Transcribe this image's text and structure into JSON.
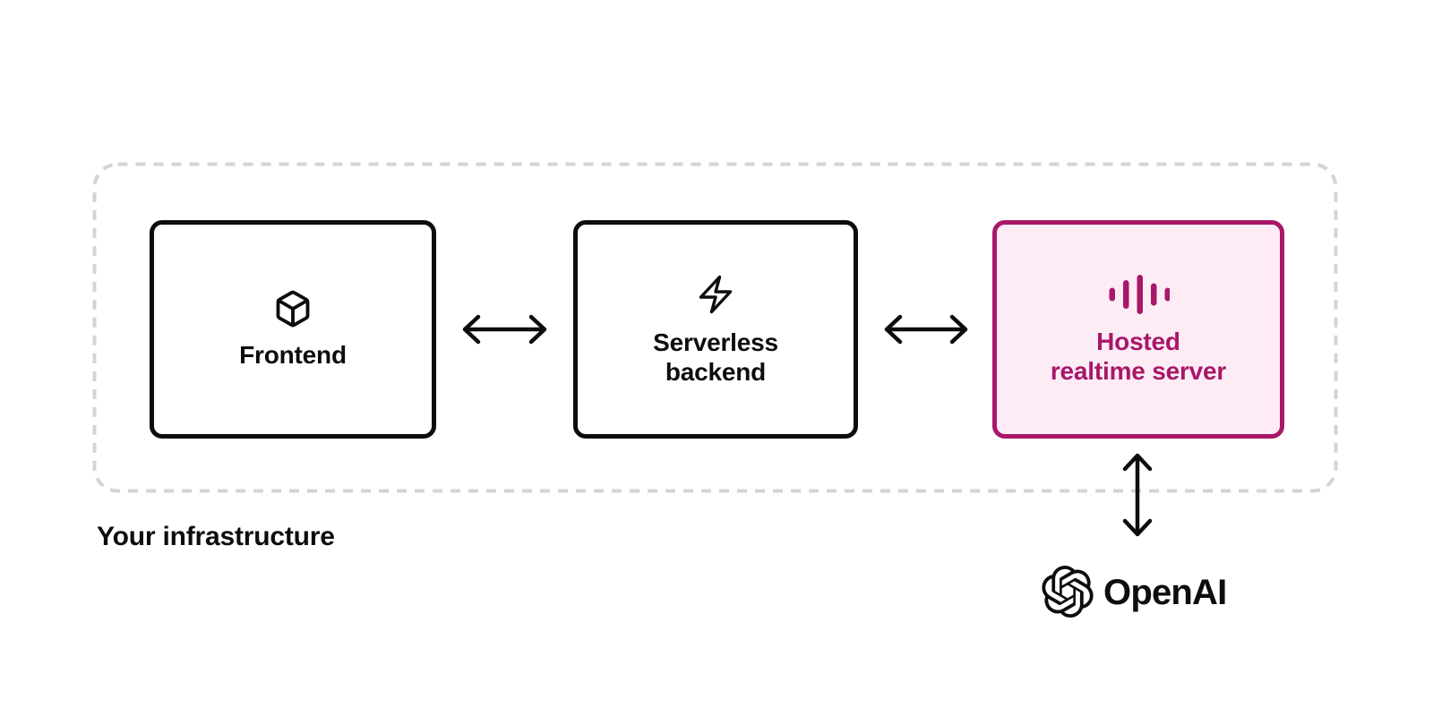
{
  "page": {
    "background": "#ffffff"
  },
  "diagram": {
    "infrastructure_group": {
      "label": "Your infrastructure"
    },
    "nodes": [
      {
        "id": "frontend",
        "label": [
          "Frontend"
        ],
        "icon": "cube-icon",
        "highlighted": false
      },
      {
        "id": "serverless-backend",
        "label": [
          "Serverless",
          "backend"
        ],
        "icon": "lightning-bolt-icon",
        "highlighted": false
      },
      {
        "id": "hosted-realtime-server",
        "label": [
          "Hosted",
          "realtime server"
        ],
        "icon": "audio-waveform-icon",
        "highlighted": true
      }
    ],
    "connections": [
      {
        "from": "frontend",
        "to": "serverless-backend",
        "type": "bidirectional"
      },
      {
        "from": "serverless-backend",
        "to": "hosted-realtime-server",
        "type": "bidirectional"
      },
      {
        "from": "hosted-realtime-server",
        "to": "openai",
        "type": "bidirectional"
      }
    ],
    "external_service": {
      "label": "OpenAI",
      "icon": "openai-logo-icon"
    }
  },
  "colors": {
    "ink": "#0d0d0d",
    "accent": "#a81768",
    "accent_background": "#fdecf6",
    "dashed_border": "#d4d4d4"
  }
}
